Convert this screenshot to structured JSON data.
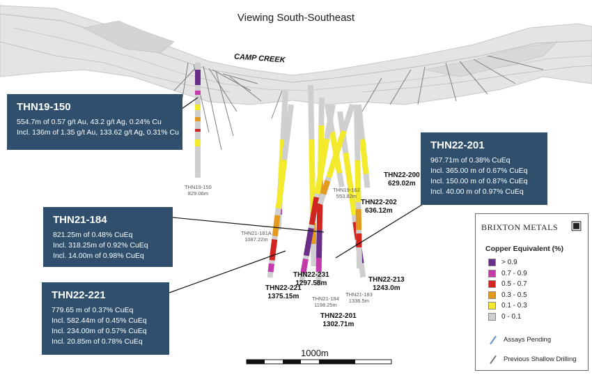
{
  "title": "Viewing South-Southeast",
  "site_label": "CAMP CREEK",
  "callouts": [
    {
      "id": "thn19-150",
      "head": "THN19-150",
      "lines": [
        "554.7m of 0.57 g/t Au, 43.2 g/t Ag, 0.24% Cu",
        "Incl. 136m of 1.35 g/t Au, 133.62 g/t Ag, 0.31% Cu"
      ]
    },
    {
      "id": "thn22-201",
      "head": "THN22-201",
      "lines": [
        "967.71m of 0.38% CuEq",
        "Incl. 365.00 m of 0.67% CuEq",
        "Incl. 150.00 m of 0.87% CuEq",
        "Incl. 40.00 m of 0.97% CuEq"
      ]
    },
    {
      "id": "thn21-184",
      "head": "THN21-184",
      "lines": [
        "821.25m of 0.48% CuEq",
        "Incl. 318.25m of 0.92% CuEq",
        "Incl. 14.00m of 0.98% CuEq"
      ]
    },
    {
      "id": "thn22-221",
      "head": "THN22-221",
      "lines": [
        "779.65 m of 0.37% CuEq",
        "Incl. 582.44m of 0.45% CuEq",
        "Incl. 234.00m of 0.57% CuEq",
        "Incl. 20.85m of 0.78% CuEq"
      ]
    }
  ],
  "hole_labels": [
    {
      "name": "THN19-150",
      "depth": "829.06m"
    },
    {
      "name": "THN22-200",
      "depth": "629.02m"
    },
    {
      "name": "THN19-162",
      "depth": "553.82m"
    },
    {
      "name": "THN22-202",
      "depth": "636.12m"
    },
    {
      "name": "THN21-181A",
      "depth": "1087.22m"
    },
    {
      "name": "THN22-231",
      "depth": "1297.58m"
    },
    {
      "name": "THN22-221",
      "depth": "1375.15m"
    },
    {
      "name": "THN21-184",
      "depth": "1198.25m"
    },
    {
      "name": "THN21-183",
      "depth": "1336.5m"
    },
    {
      "name": "THN22-213",
      "depth": "1243.0m"
    },
    {
      "name": "THN22-201",
      "depth": "1302.71m"
    }
  ],
  "legend": {
    "brand": "BRIXTON METALS",
    "title": "Copper Equivalent (%)",
    "items": [
      {
        "label": "> 0.9",
        "color": "#6a2d8a"
      },
      {
        "label": "0.7 - 0.9",
        "color": "#c23ba8"
      },
      {
        "label": "0.5 - 0.7",
        "color": "#d0261f"
      },
      {
        "label": "0.3 - 0.5",
        "color": "#e49a1c"
      },
      {
        "label": "0.1 - 0.3",
        "color": "#f2ea2a"
      },
      {
        "label": "0 - 0.1",
        "color": "#cfcfcf"
      }
    ],
    "assays_pending": {
      "label": "Assays Pending",
      "color": "#5b8fc9"
    },
    "previous_drilling": {
      "label": "Previous Shallow Drilling",
      "color": "#777777"
    }
  },
  "scale": {
    "label": "1000m"
  },
  "box_color": "#2f4f6c"
}
